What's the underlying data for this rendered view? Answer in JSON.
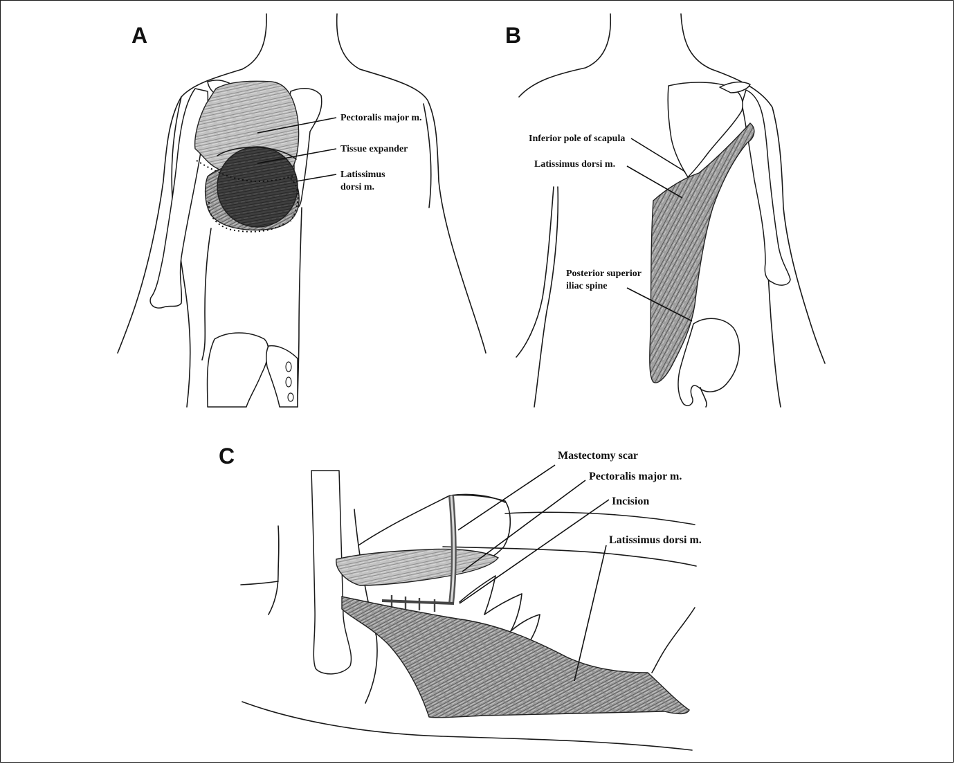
{
  "panels": {
    "a": {
      "letter": "A",
      "labels": {
        "pectoralis": "Pectoralis major m.",
        "expander": "Tissue expander",
        "latissimus_line1": "Latissimus",
        "latissimus_line2": "dorsi m."
      }
    },
    "b": {
      "letter": "B",
      "labels": {
        "scapula": "Inferior pole of scapula",
        "latissimus": "Latissimus dorsi m.",
        "psis_line1": "Posterior superior",
        "psis_line2": "iliac spine"
      }
    },
    "c": {
      "letter": "C",
      "labels": {
        "scar": "Mastectomy scar",
        "pectoralis": "Pectoralis major m.",
        "incision": "Incision",
        "latissimus": "Latissimus dorsi m."
      }
    }
  },
  "colors": {
    "muscle_light": "#b9b9b9",
    "muscle_mid": "#8a8a8a",
    "muscle_dark": "#4a4a4a",
    "expander": "#3b3b3b",
    "outline": "#1a1a1a"
  }
}
